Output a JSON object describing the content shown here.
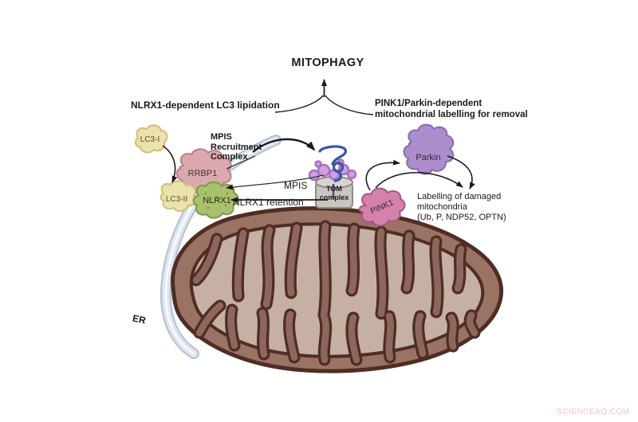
{
  "diagram": {
    "title": "MITOPHAGY",
    "left_pathway_label": "NLRX1-dependent LC3 lipidation",
    "right_pathway_label": "PINK1/Parkin-dependent\nmitochondrial labelling for removal",
    "annotations": {
      "mpis_recruitment_complex": "MPIS\nRecruitment\nComplex",
      "mpis": "MPIS",
      "nlrx1_retention": "NLRX1 retention",
      "labelling_of_damaged": "Labelling of damaged\nmitochondria\n(Ub, P, NDP52, OPTN)",
      "er": "ER"
    },
    "molecules": {
      "lc3_1": "LC3-I",
      "lc3_2": "LC3-II",
      "rrbp1": "RRBP1",
      "nlrx1": "NLRX1",
      "parkin": "Parkin",
      "pink1": "PINK1",
      "tom_complex": "TOM\ncomplex"
    },
    "watermark": "SCIENCEAQ.COM"
  },
  "colors": {
    "mito_outer": "#9b7365",
    "mito_outline": "#4f2d24",
    "mito_matrix": "#c6afa3",
    "cristae": "#8d675c",
    "er_outer": "#b7c3d4",
    "er_inner": "#dfe6ef",
    "lc3_fill": "#eae1ab",
    "lc3_stroke": "#cfc079",
    "rrbp1_fill": "#dba8ae",
    "rrbp1_stroke": "#b97f88",
    "nlrx1_fill": "#a9c06c",
    "nlrx1_stroke": "#7d9a43",
    "parkin_fill": "#ab8ecb",
    "parkin_stroke": "#8a6bae",
    "pink1_fill": "#d383ab",
    "pink1_stroke": "#a85680",
    "tom_fill": "#c9c6c2",
    "tom_stroke": "#8e8a86",
    "mpis_coil": "#a86fc0",
    "funnel": "#3a55a4",
    "watermark": "#f0c6cd"
  }
}
